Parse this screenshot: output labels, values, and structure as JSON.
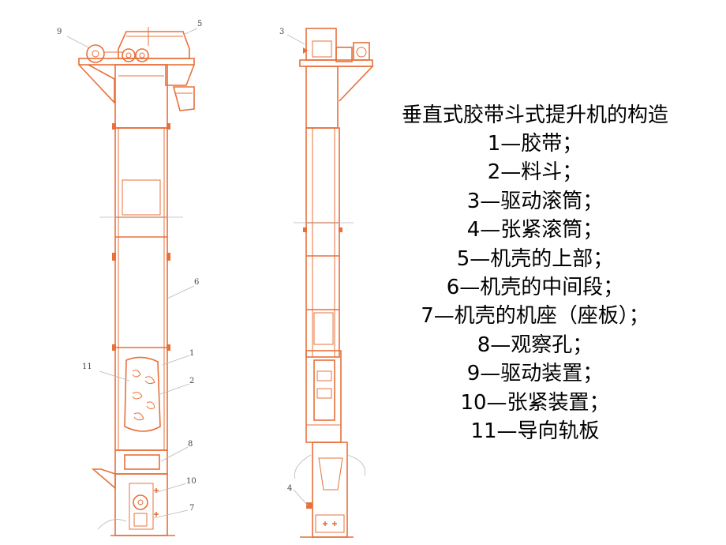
{
  "title": "垂直式胶带斗式提升机的构造",
  "legend": [
    "1—胶带；",
    "2—料斗；",
    "3—驱动滚筒；",
    "4—张紧滚筒；",
    "5—机壳的上部；",
    "6—机壳的中间段；",
    "7—机壳的机座（座板）；",
    "8—观察孔；",
    "9—驱动装置；",
    "10—张紧装置；",
    "11—导向轨板"
  ],
  "callouts": {
    "n1": "1",
    "n2": "2",
    "n3": "3",
    "n4": "4",
    "n5": "5",
    "n6": "6",
    "n7": "7",
    "n8": "8",
    "n9": "9",
    "n10": "10",
    "n11": "11"
  },
  "colors": {
    "drawing": "#e8703a",
    "text": "#000000",
    "background": "#ffffff"
  }
}
